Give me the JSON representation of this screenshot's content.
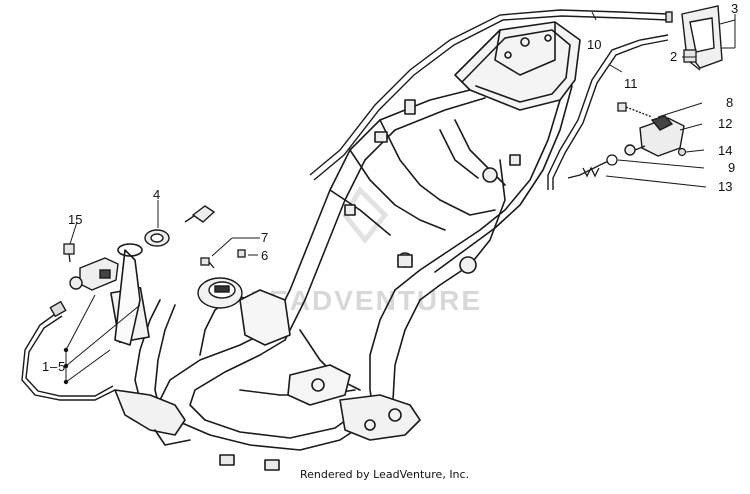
{
  "callouts": {
    "c1": "1",
    "c2": "2",
    "c3": "3",
    "c4": "4",
    "c5": "5",
    "c6": "6",
    "c7": "7",
    "c8": "8",
    "c9": "9",
    "c10": "10",
    "c11": "11",
    "c12": "12",
    "c13": "13",
    "c14": "14",
    "c15": "15"
  },
  "credit": "Rendered by LeadVenture, Inc.",
  "watermark": "LEADVENTURE"
}
